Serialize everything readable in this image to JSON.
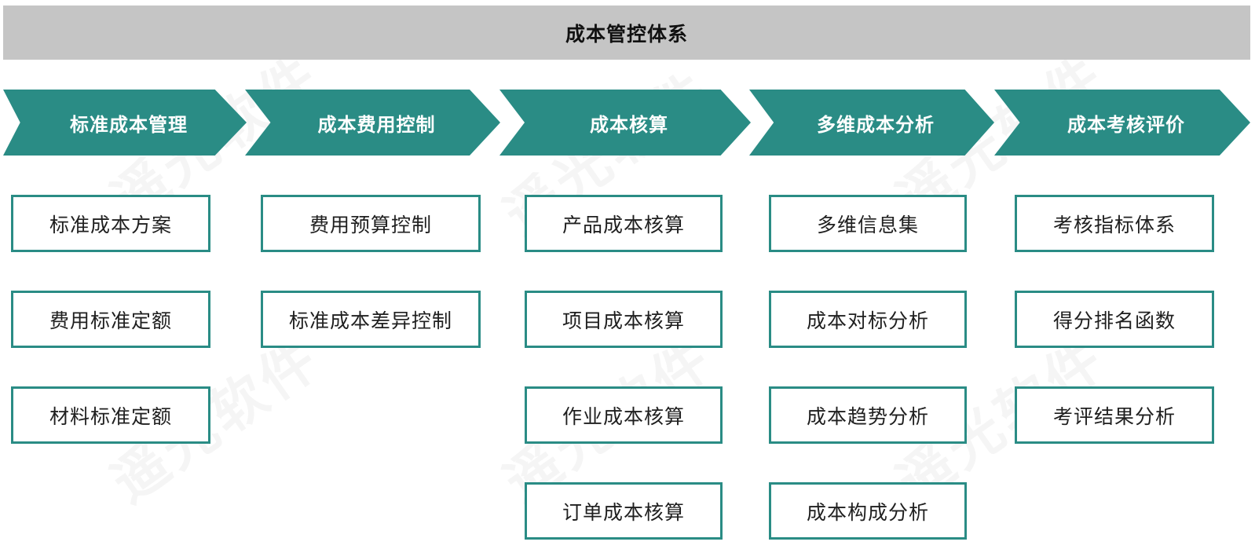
{
  "title": "成本管控体系",
  "categories": [
    {
      "label": "标准成本管理",
      "items": [
        "标准成本方案",
        "费用标准定额",
        "材料标准定额"
      ]
    },
    {
      "label": "成本费用控制",
      "items": [
        "费用预算控制",
        "标准成本差异控制"
      ]
    },
    {
      "label": "成本核算",
      "items": [
        "产品成本核算",
        "项目成本核算",
        "作业成本核算",
        "订单成本核算"
      ]
    },
    {
      "label": "多维成本分析",
      "items": [
        "多维信息集",
        "成本对标分析",
        "成本趋势分析",
        "成本构成分析"
      ]
    },
    {
      "label": "成本考核评价",
      "items": [
        "考核指标体系",
        "得分排名函数",
        "考评结果分析"
      ]
    }
  ],
  "watermark": "遥光软件",
  "colors": {
    "accent": "#2a8c85",
    "banner": "#c5c5c5"
  }
}
